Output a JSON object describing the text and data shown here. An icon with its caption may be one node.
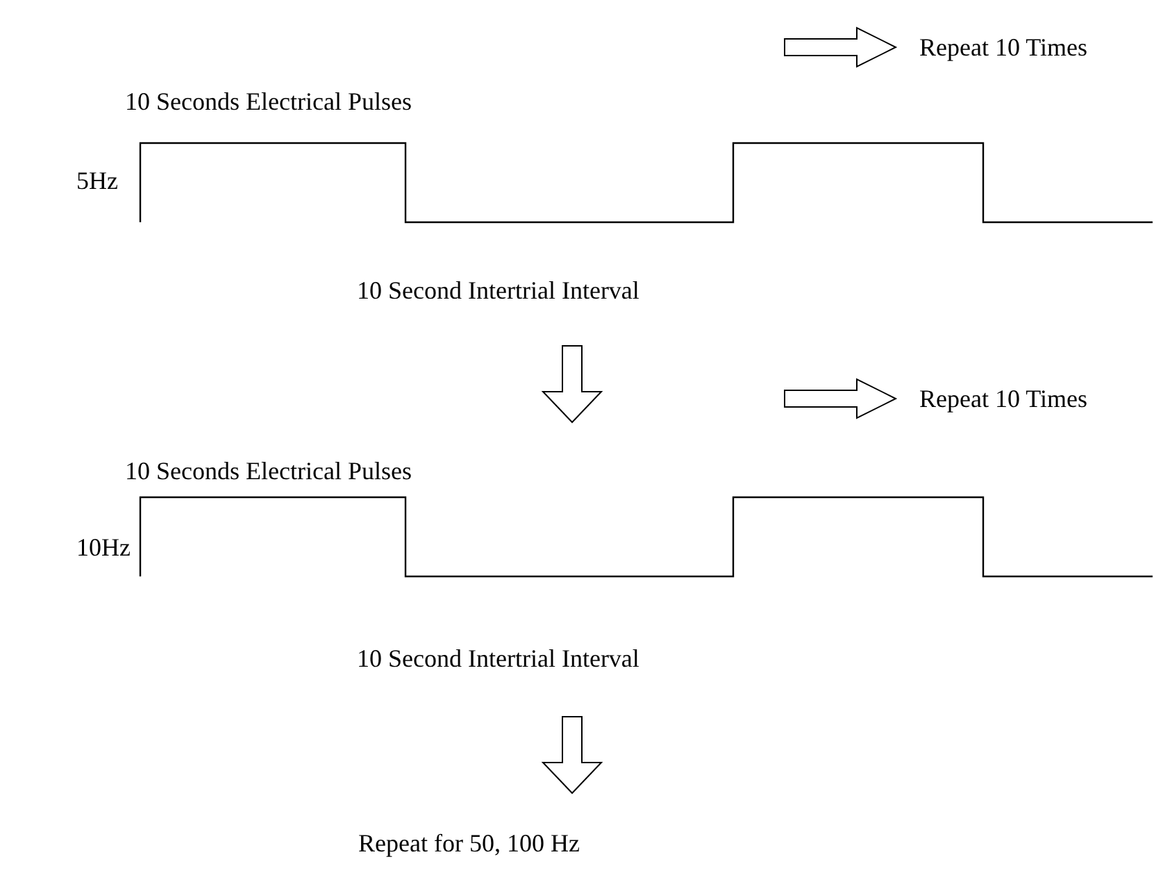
{
  "diagram": {
    "labels": [
      "Repeat 10 Times",
      "10 Seconds Electrical Pulses",
      "5Hz",
      "10 Second Intertrial Interval",
      "Repeat 10 Times",
      "10 Seconds Electrical Pulses",
      "10Hz",
      "10 Second Intertrial Interval",
      "Repeat for 50, 100 Hz"
    ]
  }
}
